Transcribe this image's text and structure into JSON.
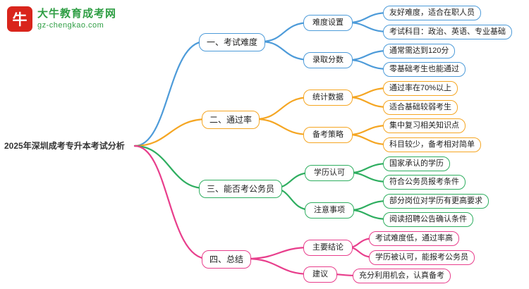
{
  "logo": {
    "brand": "大牛教育成考网",
    "domain": "gz-chengkao.com",
    "mark_text": "牛",
    "mark_color": "#d9251c",
    "brand_color": "#2f9e44"
  },
  "root": {
    "label": "2025年深圳成考专升本考试分析"
  },
  "colors": {
    "branch1": "#4d9bd9",
    "branch2": "#f5a623",
    "branch3": "#2fae60",
    "branch4": "#e83e8c"
  },
  "branches": [
    {
      "label": "一、考试难度",
      "children": [
        {
          "label": "难度设置",
          "leaves": [
            "友好难度，适合在职人员",
            "考试科目：政治、英语、专业基础"
          ]
        },
        {
          "label": "录取分数",
          "leaves": [
            "通常需达到120分",
            "零基础考生也能通过"
          ]
        }
      ]
    },
    {
      "label": "二、通过率",
      "children": [
        {
          "label": "统计数据",
          "leaves": [
            "通过率在70%以上",
            "适合基础较弱考生"
          ]
        },
        {
          "label": "备考策略",
          "leaves": [
            "集中复习相关知识点",
            "科目较少，备考相对简单"
          ]
        }
      ]
    },
    {
      "label": "三、能否考公务员",
      "children": [
        {
          "label": "学历认可",
          "leaves": [
            "国家承认的学历",
            "符合公务员报考条件"
          ]
        },
        {
          "label": "注意事项",
          "leaves": [
            "部分岗位对学历有更高要求",
            "阅读招聘公告确认条件"
          ]
        }
      ]
    },
    {
      "label": "四、总结",
      "children": [
        {
          "label": "主要结论",
          "leaves": [
            "考试难度低，通过率高",
            "学历被认可，能报考公务员"
          ]
        },
        {
          "label": "建议",
          "leaves": [
            "充分利用机会，认真备考"
          ]
        }
      ]
    }
  ]
}
